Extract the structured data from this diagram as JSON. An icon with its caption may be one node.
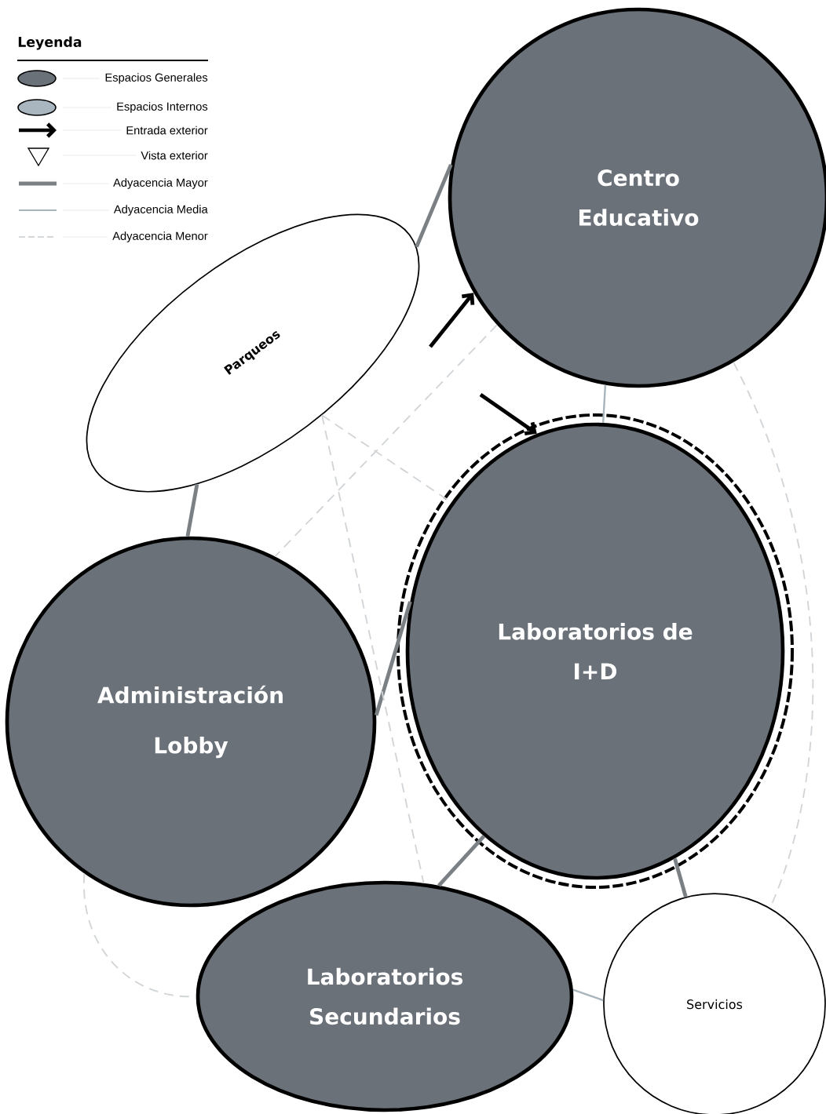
{
  "diagram": {
    "nodes": [
      {
        "text": [
          "Centro Educativo"
        ]
      },
      {
        "text": [
          "Parqueos"
        ]
      },
      {
        "text": [
          "Laboratorios de I+D"
        ]
      },
      {
        "text": [
          "Administración Lobby"
        ]
      },
      {
        "text": [
          "Laboratorios Secundarios"
        ]
      },
      {
        "text": [
          "Servicios"
        ]
      }
    ],
    "edges": [
      {
        "from": 1,
        "to": 0,
        "arrow": "none",
        "style": "thick"
      },
      {
        "from": 1,
        "to": 3,
        "arrow": "none",
        "style": "thick"
      },
      {
        "from": 0,
        "to": 2,
        "arrow": "none",
        "color": "#a8b5bc"
      },
      {
        "from": 3,
        "to": 2,
        "arrow": "none",
        "style": "thick"
      },
      {
        "from": 2,
        "to": 4,
        "arrow": "none",
        "style": "thick"
      },
      {
        "from": 2,
        "to": 5,
        "arrow": "none",
        "style": "thick"
      },
      {
        "from": 4,
        "to": 5,
        "arrow": "none",
        "color": "#a8b5bc"
      },
      {
        "from": 1,
        "to": 2,
        "arrow": "none",
        "style": "dashed",
        "color": "#d2d5d8"
      },
      {
        "from": 1,
        "to": 4,
        "arrow": "none",
        "style": "dashed",
        "color": "#d2d5d8"
      },
      {
        "from": 0,
        "to": 3,
        "arrow": "none",
        "style": "dashed",
        "color": "#d2d5d8"
      },
      {
        "from": 0,
        "to": 5,
        "arrow": "none",
        "style": "dashed",
        "color": "#d2d5d8"
      },
      {
        "from": 3,
        "to": 4,
        "arrow": "none",
        "style": "dashed",
        "color": "#d2d5d8"
      },
      {
        "from": null,
        "to": 0,
        "arrow": "to",
        "style": "thick",
        "color": "#000000"
      },
      {
        "from": null,
        "to": 2,
        "arrow": "to",
        "style": "thick",
        "color": "#000000"
      }
    ],
    "labels": [
      "Leyenda"
    ],
    "legend": [
      {
        "text": "Espacios Generales",
        "color": "#6b7178"
      },
      {
        "text": "Espacios Internos",
        "color": "#a9b6c0"
      },
      {
        "text": "Entrada exterior"
      },
      {
        "text": "Vista exterior"
      },
      {
        "text": "Adyacencia Mayor"
      },
      {
        "text": "Adyacencia Media"
      },
      {
        "text": "Adyacencia Menor"
      }
    ]
  }
}
